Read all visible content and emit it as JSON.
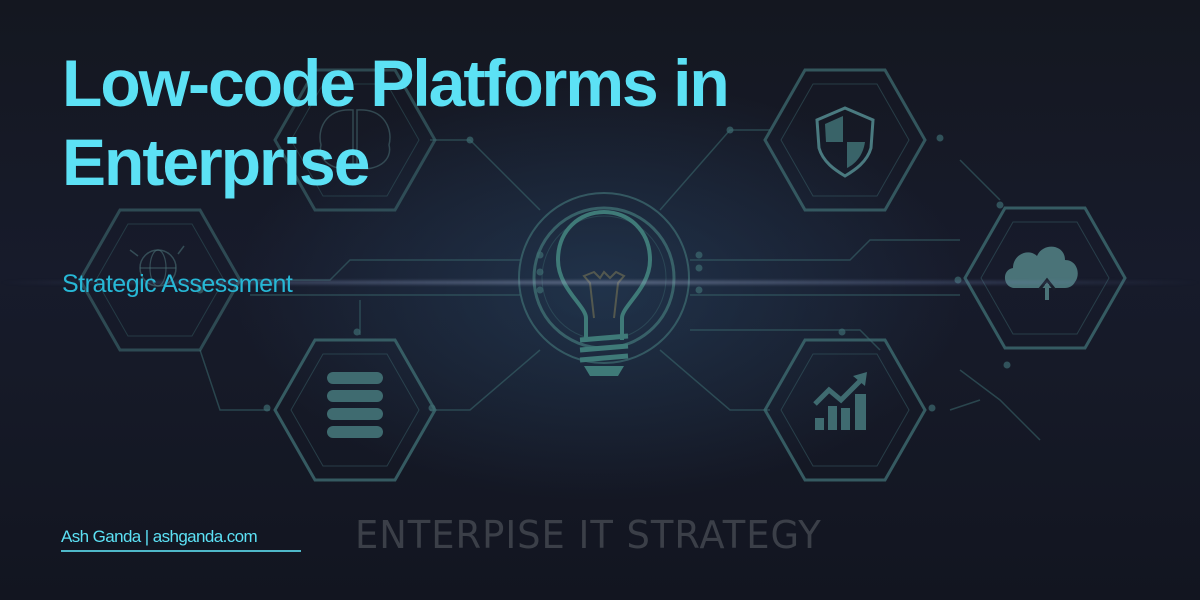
{
  "banner": {
    "title": "Low-code Platforms in Enterprise",
    "subtitle": "Strategic Assessment",
    "author_line": "Ash Ganda | ashganda.com",
    "background_caption": "ENTERPISE IT STRATEGY"
  },
  "icons": [
    {
      "name": "brain-icon",
      "position": "top-left"
    },
    {
      "name": "shield-icon",
      "position": "top-right"
    },
    {
      "name": "globe-network-icon",
      "position": "middle-left"
    },
    {
      "name": "lightbulb-icon",
      "position": "center"
    },
    {
      "name": "cloud-upload-icon",
      "position": "middle-right"
    },
    {
      "name": "server-stack-icon",
      "position": "bottom-left"
    },
    {
      "name": "growth-chart-icon",
      "position": "bottom-right"
    }
  ],
  "colors": {
    "title": "#5ce1f5",
    "subtitle": "#27b8d6",
    "author": "#5ce1f5",
    "author_rule": "#4fb8c9",
    "background": "#12151f",
    "icon_stroke": "#3d6b70",
    "watermark": "#3b3f48"
  }
}
